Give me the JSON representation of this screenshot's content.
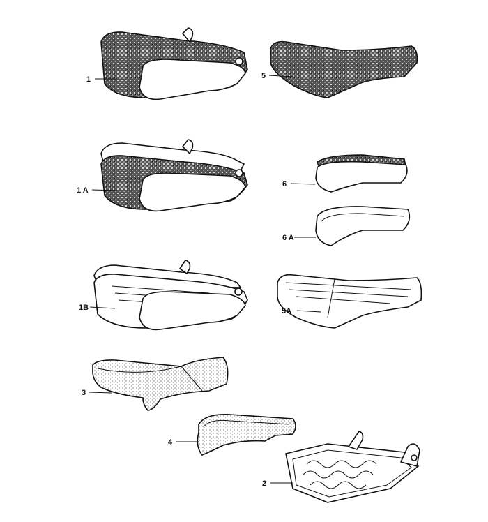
{
  "diagram": {
    "parts": [
      {
        "id": "seat-cover-1",
        "label": "1"
      },
      {
        "id": "seat-insert-5",
        "label": "5"
      },
      {
        "id": "seat-cover-1a",
        "label": "1 A"
      },
      {
        "id": "side-bolster-6",
        "label": "6"
      },
      {
        "id": "side-bolster-6a",
        "label": "6 A"
      },
      {
        "id": "seat-cover-1b",
        "label": "1B"
      },
      {
        "id": "seat-insert-5a",
        "label": "5A"
      },
      {
        "id": "foam-pad-3",
        "label": "3"
      },
      {
        "id": "foam-bolster-4",
        "label": "4"
      },
      {
        "id": "seat-frame-2",
        "label": "2"
      }
    ]
  }
}
